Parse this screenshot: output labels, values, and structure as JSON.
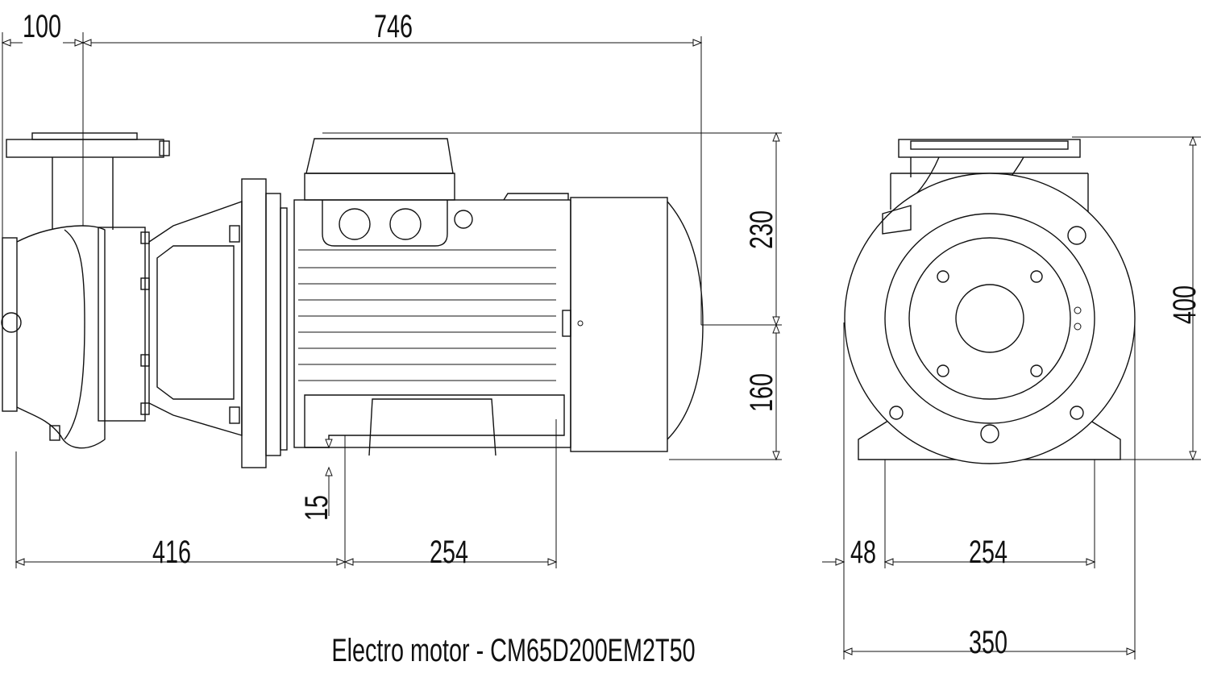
{
  "caption": "Electro motor - CM65D200EM2T50",
  "dimensions": {
    "flange_offset": "100",
    "overall_length": "746",
    "upper_height": "230",
    "shaft_height": "160",
    "foot_height": "15",
    "pump_to_foot": "416",
    "foot_spacing_side": "254",
    "foot_edge": "48",
    "foot_spacing_front": "254",
    "total_height": "400",
    "total_width": "350"
  },
  "colors": {
    "line": "#111111",
    "background": "#ffffff"
  }
}
